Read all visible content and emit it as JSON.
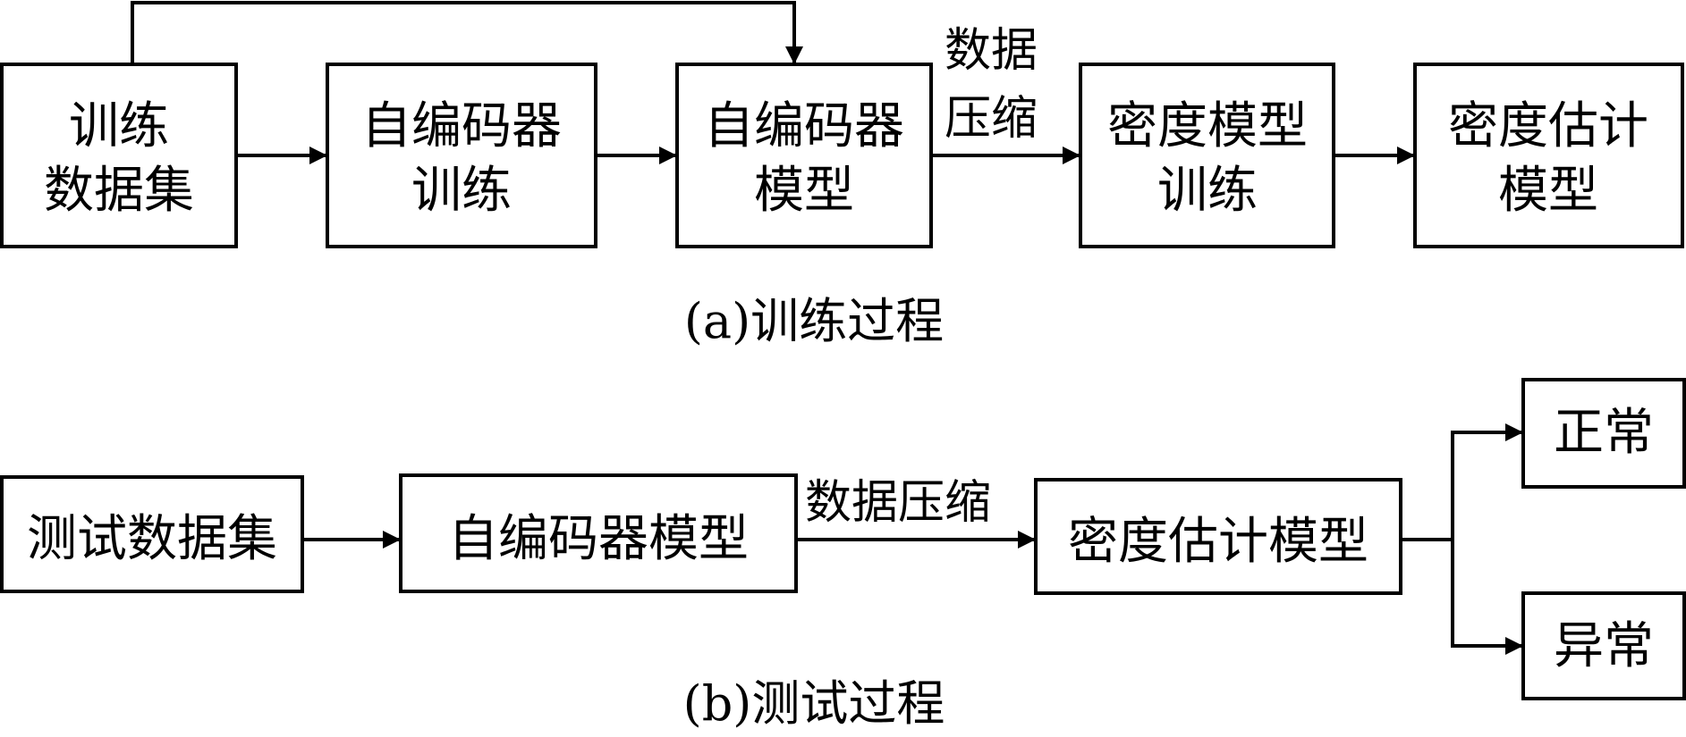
{
  "training": {
    "caption": "(a)训练过程",
    "nodes": {
      "dataset": [
        "训练",
        "数据集"
      ],
      "ae_train": [
        "自编码器",
        "训练"
      ],
      "ae_model": [
        "自编码器",
        "模型"
      ],
      "density_train": [
        "密度模型",
        "训练"
      ],
      "density_est": [
        "密度估计",
        "模型"
      ]
    },
    "edge_label": [
      "数据",
      "压缩"
    ]
  },
  "testing": {
    "caption": "(b)测试过程",
    "nodes": {
      "dataset": "测试数据集",
      "ae_model": "自编码器模型",
      "density_est": "密度估计模型",
      "normal": "正常",
      "abnormal": "异常"
    },
    "edge_label": "数据压缩"
  },
  "colors": {
    "stroke": "#000000",
    "background": "#ffffff"
  }
}
